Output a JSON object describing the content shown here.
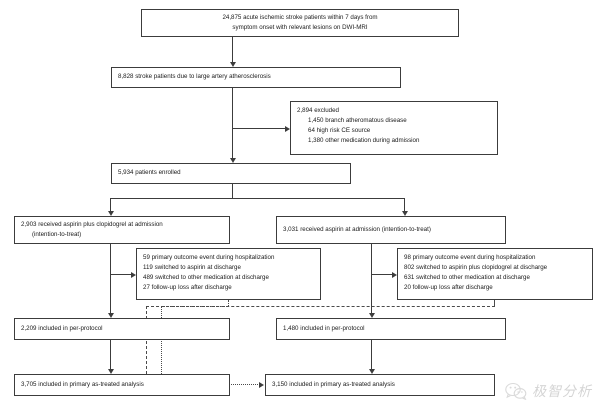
{
  "diagram": {
    "title": "CONSORT-style patient flow diagram",
    "type": "flowchart",
    "nodes": {
      "screened": {
        "line1": "24,875 acute ischemic stroke patients within 7 days from",
        "line2": "symptom onset with relevant lesions on DWI-MRI"
      },
      "lau": {
        "line1": "8,828 stroke patients due to large artery atherosclerosis"
      },
      "excluded": {
        "line1": "2,894 excluded",
        "line2": "1,450 branch atheromatous disease",
        "line3": "64 high risk CE source",
        "line4": "1,380 other medication during admission"
      },
      "enrolled": {
        "line1": "5,934 patients enrolled"
      },
      "arm_dapt": {
        "line1": "2,903 received aspirin plus clopidogrel at admission",
        "line2": "(intention-to-treat)"
      },
      "arm_sapt": {
        "line1": "3,031 received aspirin at admission (intention-to-treat)"
      },
      "dropout_dapt": {
        "line1": "59 primary outcome event during hospitalization",
        "line2": "119 switched to aspirin at discharge",
        "line3": "489 switched to other medication at discharge",
        "line4": "27 follow-up loss after discharge"
      },
      "dropout_sapt": {
        "line1": "98 primary outcome event during hospitalization",
        "line2": "802 switched to aspirin plus clopidogrel at discharge",
        "line3": "631 switched to other medication at discharge",
        "line4": "20 follow-up loss after discharge"
      },
      "pp_dapt": {
        "line1": "2,209 included in per-protocol"
      },
      "pp_sapt": {
        "line1": "1,480 included in per-protocol"
      },
      "at_dapt": {
        "line1": "3,705 included in primary as-treated analysis"
      },
      "at_sapt": {
        "line1": "3,150 included in primary as-treated analysis"
      }
    }
  },
  "watermark": {
    "text": "极智分析",
    "icon": "wechat-logo-icon"
  },
  "colors": {
    "border": "#3c3c3c",
    "text": "#1a1a1a",
    "connector": "#3c3c3c",
    "dashed": "#4a4a4a",
    "background": "#ffffff",
    "watermark": "#7d7d7d"
  }
}
